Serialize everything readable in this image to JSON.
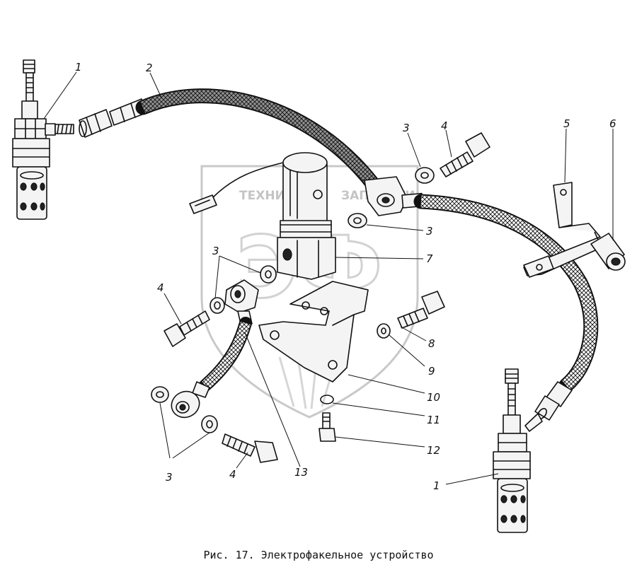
{
  "figure": {
    "caption": "Рис. 17. Электрофакельное устройство",
    "watermark": {
      "top_left": "ТЕХНИКА",
      "top_right": "ЗАПЧАСТИ",
      "monogram": "ЭФ"
    },
    "callouts": [
      {
        "id": "c1a",
        "label": "1"
      },
      {
        "id": "c2",
        "label": "2"
      },
      {
        "id": "c3a",
        "label": "3"
      },
      {
        "id": "c4a",
        "label": "4"
      },
      {
        "id": "c5",
        "label": "5"
      },
      {
        "id": "c6",
        "label": "6"
      },
      {
        "id": "c3b",
        "label": "3"
      },
      {
        "id": "c7",
        "label": "7"
      },
      {
        "id": "c3c",
        "label": "3"
      },
      {
        "id": "c4b",
        "label": "4"
      },
      {
        "id": "c8",
        "label": "8"
      },
      {
        "id": "c9",
        "label": "9"
      },
      {
        "id": "c10",
        "label": "10"
      },
      {
        "id": "c11",
        "label": "11"
      },
      {
        "id": "c12",
        "label": "12"
      },
      {
        "id": "c3d",
        "label": "3"
      },
      {
        "id": "c4c",
        "label": "4"
      },
      {
        "id": "c13",
        "label": "13"
      },
      {
        "id": "c1b",
        "label": "1"
      }
    ]
  }
}
